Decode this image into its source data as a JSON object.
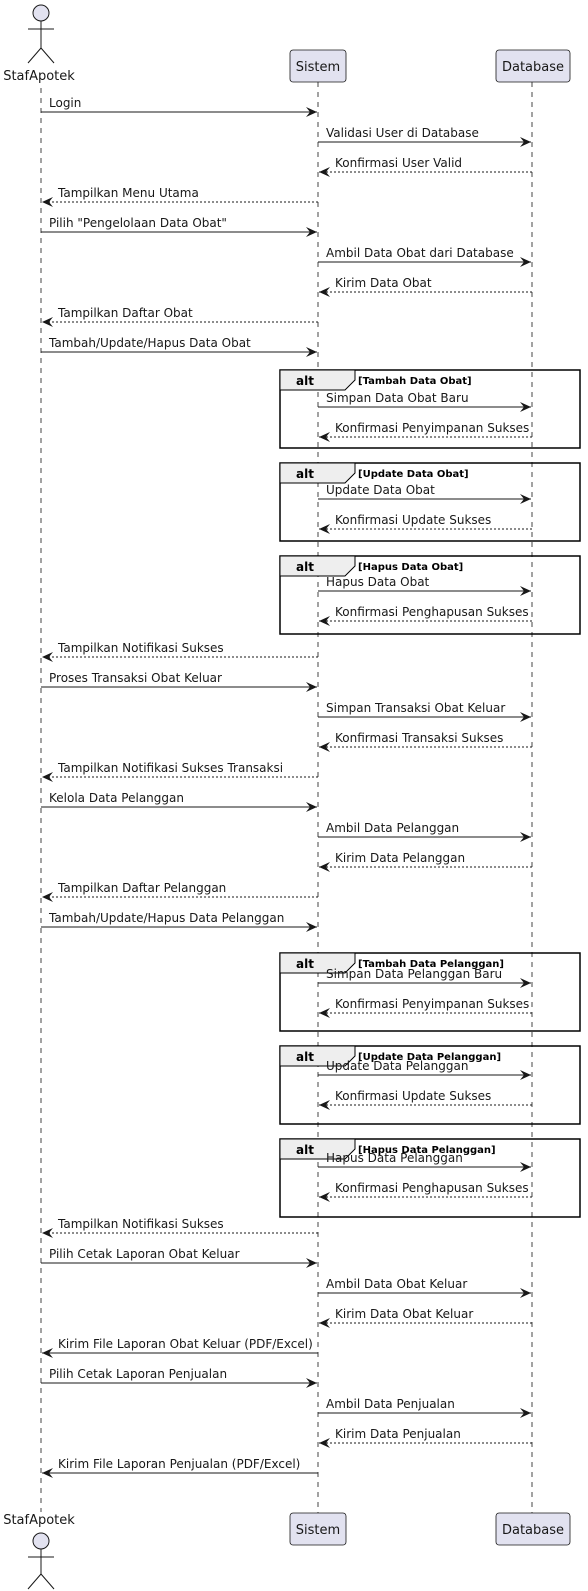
{
  "participants": {
    "actor": "StafApotek",
    "system": "Sistem",
    "database": "Database"
  },
  "colors": {
    "participant_fill": "#E2E2F0",
    "participant_stroke": "#181818",
    "line": "#181818",
    "lifeline": "#181818",
    "alt_header_fill": "#EEEEEE"
  },
  "alt_keyword": "alt",
  "messages": [
    {
      "from": "actor",
      "to": "system",
      "text": "Login",
      "dashed": false
    },
    {
      "from": "system",
      "to": "database",
      "text": "Validasi User di Database",
      "dashed": false
    },
    {
      "from": "database",
      "to": "system",
      "text": "Konfirmasi User Valid",
      "dashed": true
    },
    {
      "from": "system",
      "to": "actor",
      "text": "Tampilkan Menu Utama",
      "dashed": true
    },
    {
      "from": "actor",
      "to": "system",
      "text": "Pilih \"Pengelolaan Data Obat\"",
      "dashed": false
    },
    {
      "from": "system",
      "to": "database",
      "text": "Ambil Data Obat dari Database",
      "dashed": false
    },
    {
      "from": "database",
      "to": "system",
      "text": "Kirim Data Obat",
      "dashed": true
    },
    {
      "from": "system",
      "to": "actor",
      "text": "Tampilkan Daftar Obat",
      "dashed": true
    },
    {
      "from": "actor",
      "to": "system",
      "text": "Tambah/Update/Hapus Data Obat",
      "dashed": false
    },
    {
      "from": "system",
      "to": "database",
      "text": "Simpan Data Obat Baru",
      "dashed": false,
      "alt": 0
    },
    {
      "from": "database",
      "to": "system",
      "text": "Konfirmasi Penyimpanan Sukses",
      "dashed": true,
      "alt": 0
    },
    {
      "from": "system",
      "to": "database",
      "text": "Update Data Obat",
      "dashed": false,
      "alt": 1
    },
    {
      "from": "database",
      "to": "system",
      "text": "Konfirmasi Update Sukses",
      "dashed": true,
      "alt": 1
    },
    {
      "from": "system",
      "to": "database",
      "text": "Hapus Data Obat",
      "dashed": false,
      "alt": 2
    },
    {
      "from": "database",
      "to": "system",
      "text": "Konfirmasi Penghapusan Sukses",
      "dashed": true,
      "alt": 2
    },
    {
      "from": "system",
      "to": "actor",
      "text": "Tampilkan Notifikasi Sukses",
      "dashed": true
    },
    {
      "from": "actor",
      "to": "system",
      "text": "Proses Transaksi Obat Keluar",
      "dashed": false
    },
    {
      "from": "system",
      "to": "database",
      "text": "Simpan Transaksi Obat Keluar",
      "dashed": false
    },
    {
      "from": "database",
      "to": "system",
      "text": "Konfirmasi Transaksi Sukses",
      "dashed": true
    },
    {
      "from": "system",
      "to": "actor",
      "text": "Tampilkan Notifikasi Sukses Transaksi",
      "dashed": true
    },
    {
      "from": "actor",
      "to": "system",
      "text": "Kelola Data Pelanggan",
      "dashed": false
    },
    {
      "from": "system",
      "to": "database",
      "text": "Ambil Data Pelanggan",
      "dashed": false
    },
    {
      "from": "database",
      "to": "system",
      "text": "Kirim Data Pelanggan",
      "dashed": true
    },
    {
      "from": "system",
      "to": "actor",
      "text": "Tampilkan Daftar Pelanggan",
      "dashed": true
    },
    {
      "from": "actor",
      "to": "system",
      "text": "Tambah/Update/Hapus Data Pelanggan",
      "dashed": false
    },
    {
      "from": "system",
      "to": "database",
      "text": "Simpan Data Pelanggan Baru",
      "dashed": false,
      "alt": 3
    },
    {
      "from": "database",
      "to": "system",
      "text": "Konfirmasi Penyimpanan Sukses",
      "dashed": true,
      "alt": 3
    },
    {
      "from": "system",
      "to": "database",
      "text": "Update Data Pelanggan",
      "dashed": false,
      "alt": 4
    },
    {
      "from": "database",
      "to": "system",
      "text": "Konfirmasi Update Sukses",
      "dashed": true,
      "alt": 4
    },
    {
      "from": "system",
      "to": "database",
      "text": "Hapus Data Pelanggan",
      "dashed": false,
      "alt": 5
    },
    {
      "from": "database",
      "to": "system",
      "text": "Konfirmasi Penghapusan Sukses",
      "dashed": true,
      "alt": 5
    },
    {
      "from": "system",
      "to": "actor",
      "text": "Tampilkan Notifikasi Sukses",
      "dashed": true
    },
    {
      "from": "actor",
      "to": "system",
      "text": "Pilih Cetak Laporan Obat Keluar",
      "dashed": false
    },
    {
      "from": "system",
      "to": "database",
      "text": "Ambil Data Obat Keluar",
      "dashed": false
    },
    {
      "from": "database",
      "to": "system",
      "text": "Kirim Data Obat Keluar",
      "dashed": true
    },
    {
      "from": "system",
      "to": "actor",
      "text": "Kirim File Laporan Obat Keluar (PDF/Excel)",
      "dashed": false
    },
    {
      "from": "actor",
      "to": "system",
      "text": "Pilih Cetak Laporan Penjualan",
      "dashed": false
    },
    {
      "from": "system",
      "to": "database",
      "text": "Ambil Data Penjualan",
      "dashed": false
    },
    {
      "from": "database",
      "to": "system",
      "text": "Kirim Data Penjualan",
      "dashed": true
    },
    {
      "from": "system",
      "to": "actor",
      "text": "Kirim File Laporan Penjualan (PDF/Excel)",
      "dashed": false
    }
  ],
  "alt_blocks": [
    {
      "guard": "[Tambah Data Obat]"
    },
    {
      "guard": "[Update Data Obat]"
    },
    {
      "guard": "[Hapus Data Obat]"
    },
    {
      "guard": "[Tambah Data Pelanggan]"
    },
    {
      "guard": "[Update Data Pelanggan]"
    },
    {
      "guard": "[Hapus Data Pelanggan]"
    }
  ]
}
